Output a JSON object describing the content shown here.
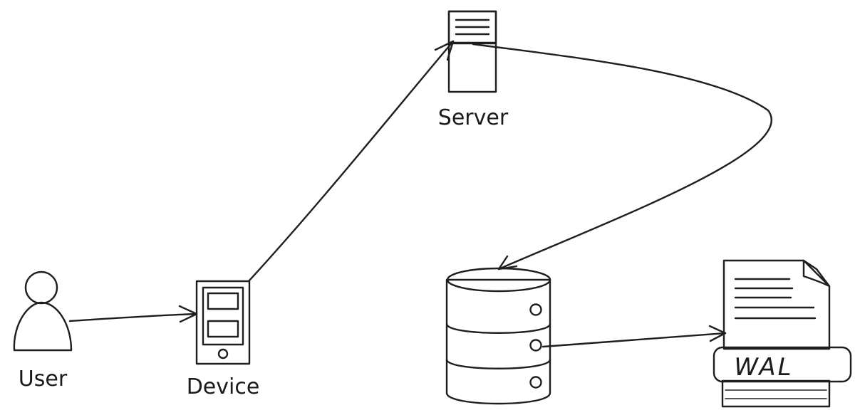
{
  "nodes": {
    "user": {
      "label": "User"
    },
    "device": {
      "label": "Device"
    },
    "server": {
      "label": "Server"
    },
    "database": {
      "label": ""
    },
    "wal": {
      "label": "WAL"
    }
  },
  "colors": {
    "ink": "#1e1e1e",
    "database_fill": "#1e88e5",
    "database_top": "#ffffff",
    "hatch": "#a9b4d6"
  }
}
